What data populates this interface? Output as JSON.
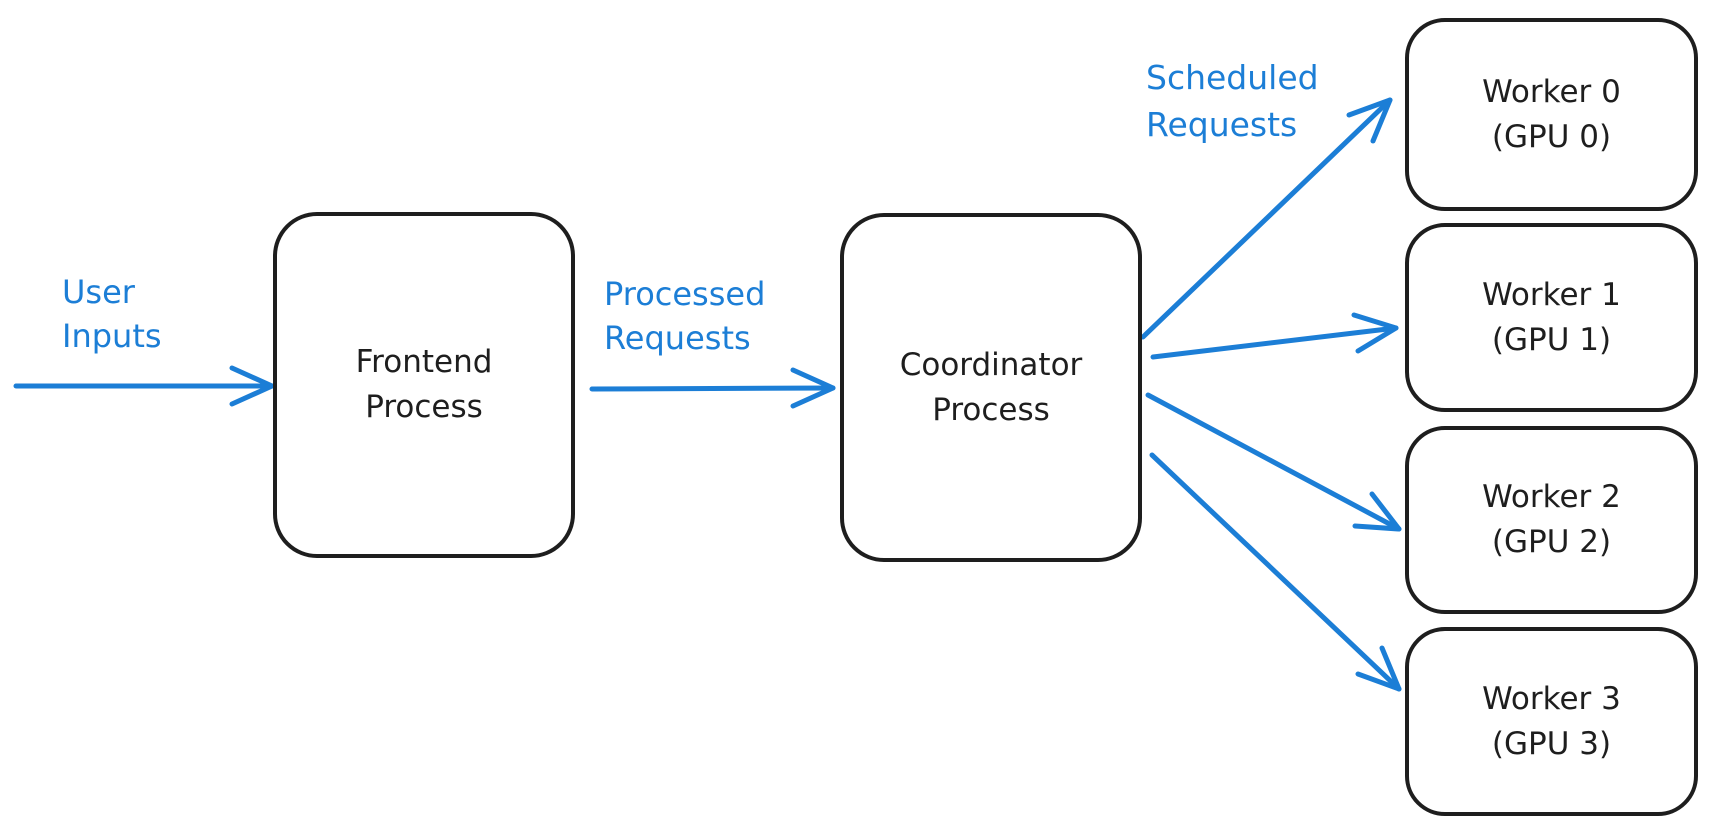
{
  "diagram": {
    "annotations": {
      "user_inputs": {
        "line1": "User",
        "line2": "Inputs"
      },
      "processed_requests": {
        "line1": "Processed",
        "line2": "Requests"
      },
      "scheduled_requests": {
        "line1": "Scheduled",
        "line2": "Requests"
      }
    },
    "nodes": {
      "frontend": {
        "line1": "Frontend",
        "line2": "Process"
      },
      "coordinator": {
        "line1": "Coordinator",
        "line2": "Process"
      },
      "worker0": {
        "line1": "Worker 0",
        "line2": "(GPU 0)"
      },
      "worker1": {
        "line1": "Worker 1",
        "line2": "(GPU 1)"
      },
      "worker2": {
        "line1": "Worker 2",
        "line2": "(GPU 2)"
      },
      "worker3": {
        "line1": "Worker 3",
        "line2": "(GPU 3)"
      }
    },
    "edges": [
      {
        "label": "User Inputs",
        "from": "external",
        "to": "frontend"
      },
      {
        "label": "Processed Requests",
        "from": "frontend",
        "to": "coordinator"
      },
      {
        "label": "Scheduled Requests",
        "from": "coordinator",
        "to": "worker0"
      },
      {
        "label": "Scheduled Requests",
        "from": "coordinator",
        "to": "worker1"
      },
      {
        "label": "Scheduled Requests",
        "from": "coordinator",
        "to": "worker2"
      },
      {
        "label": "Scheduled Requests",
        "from": "coordinator",
        "to": "worker3"
      }
    ],
    "colors": {
      "accent_blue": "#1c7ed6",
      "stroke_black": "#1e1e1e",
      "background": "#ffffff"
    }
  }
}
